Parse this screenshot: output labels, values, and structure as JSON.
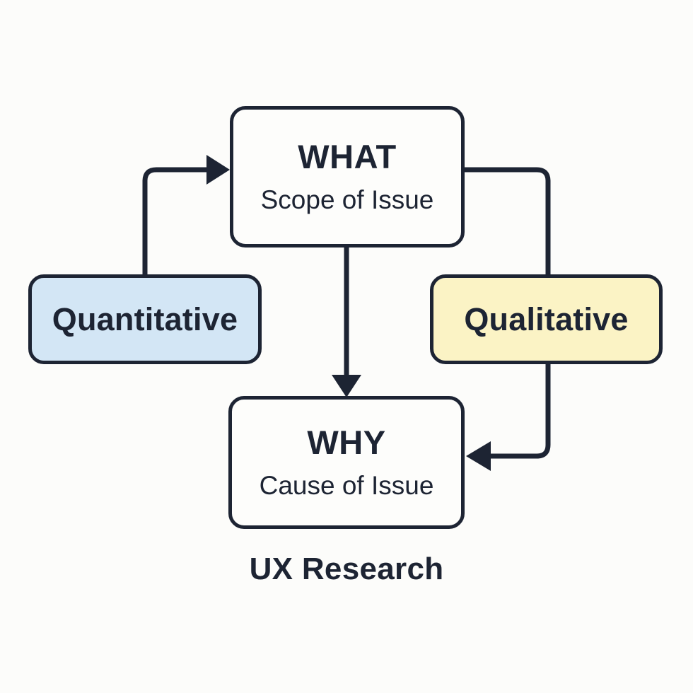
{
  "diagram": {
    "caption": "UX Research",
    "background_color": "#fcfcfa",
    "stroke_color": "#1d2433",
    "nodes": [
      {
        "id": "what",
        "title": "WHAT",
        "subtitle": "Scope of Issue",
        "fill_color": "#fdfdfb"
      },
      {
        "id": "why",
        "title": "WHY",
        "subtitle": "Cause of Issue",
        "fill_color": "#fdfdfb"
      },
      {
        "id": "quantitative",
        "label": "Quantitative",
        "fill_color": "#d3e6f5"
      },
      {
        "id": "qualitative",
        "label": "Qualitative",
        "fill_color": "#fbf3c5"
      }
    ],
    "connectors": [
      {
        "id": "quantitative-to-what",
        "from": "quantitative",
        "to": "what",
        "arrowhead": "right"
      },
      {
        "id": "what-to-qualitative",
        "from": "what",
        "to": "qualitative",
        "arrowhead": "none"
      },
      {
        "id": "what-to-why",
        "from": "what",
        "to": "why",
        "arrowhead": "down"
      },
      {
        "id": "qualitative-to-why",
        "from": "qualitative",
        "to": "why",
        "arrowhead": "left"
      }
    ]
  }
}
